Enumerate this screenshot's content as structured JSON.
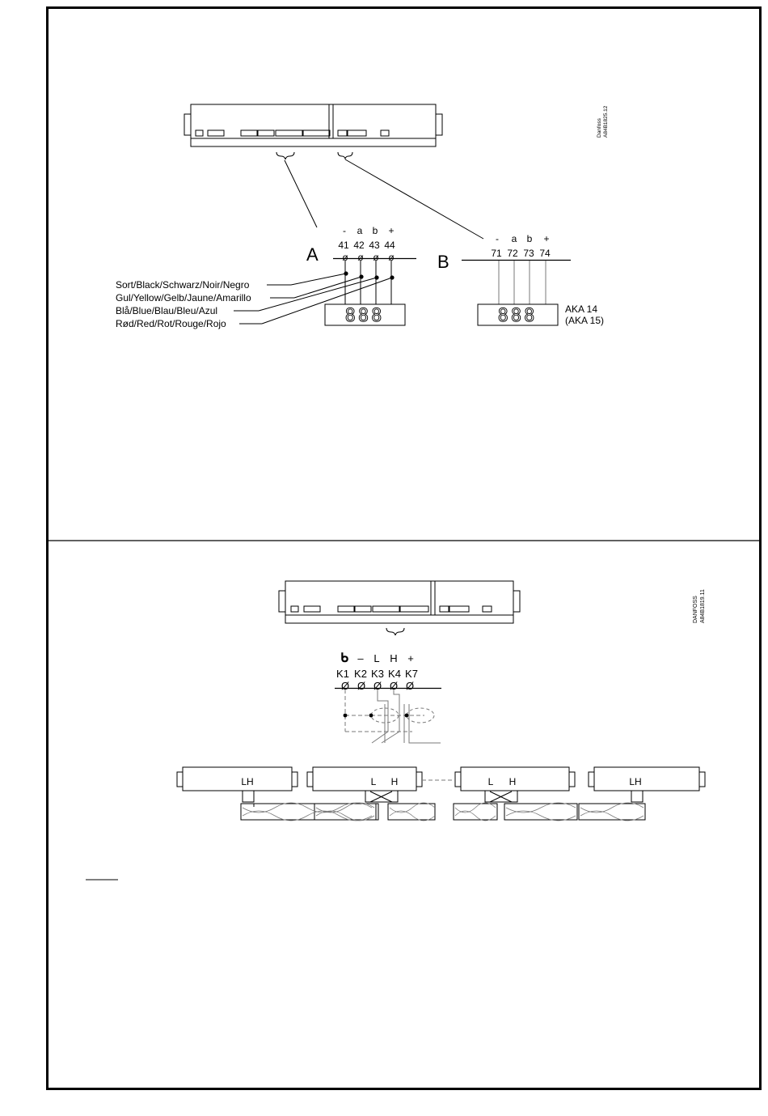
{
  "colors": {
    "ink": "#000000",
    "wire_gray": "#7a7a7a",
    "background": "#ffffff"
  },
  "top": {
    "ref_code": "Danfoss\nA84B1825.12",
    "ref_line1": "Danfoss",
    "ref_line2": "A84B1825.12",
    "group_a": {
      "letter": "A",
      "signs": [
        "-",
        "a",
        "b",
        "+"
      ],
      "terminals": [
        "41",
        "42",
        "43",
        "44"
      ],
      "terminal_symbol": "ø",
      "wire_colors": [
        "Sort/Black/Schwarz/Noir/Negro",
        "Gul/Yellow/Gelb/Jaune/Amarillo",
        "Blå/Blue/Blau/Bleu/Azul",
        "Rød/Red/Rot/Rouge/Rojo"
      ],
      "display_digits": "888"
    },
    "group_b": {
      "letter": "B",
      "signs": [
        "-",
        "a",
        "b",
        "+"
      ],
      "terminals": [
        "71",
        "72",
        "73",
        "74"
      ],
      "display_digits": "888",
      "display_label_1": "AKA 14",
      "display_label_2": "(AKA 15)"
    }
  },
  "bottom": {
    "ref_line1": "DANFOSS",
    "ref_line2": "A84B1819.11",
    "signs": [
      "ᑲ",
      "–",
      "L",
      "H",
      "+"
    ],
    "terminals": [
      "K1",
      "K2",
      "K3",
      "K4",
      "K7"
    ],
    "terminal_symbol": "Ø",
    "modules": [
      {
        "label": "LH"
      },
      {
        "label_l": "L",
        "label_h": "H"
      },
      {
        "label_l": "L",
        "label_h": "H"
      },
      {
        "label": "LH"
      }
    ]
  }
}
